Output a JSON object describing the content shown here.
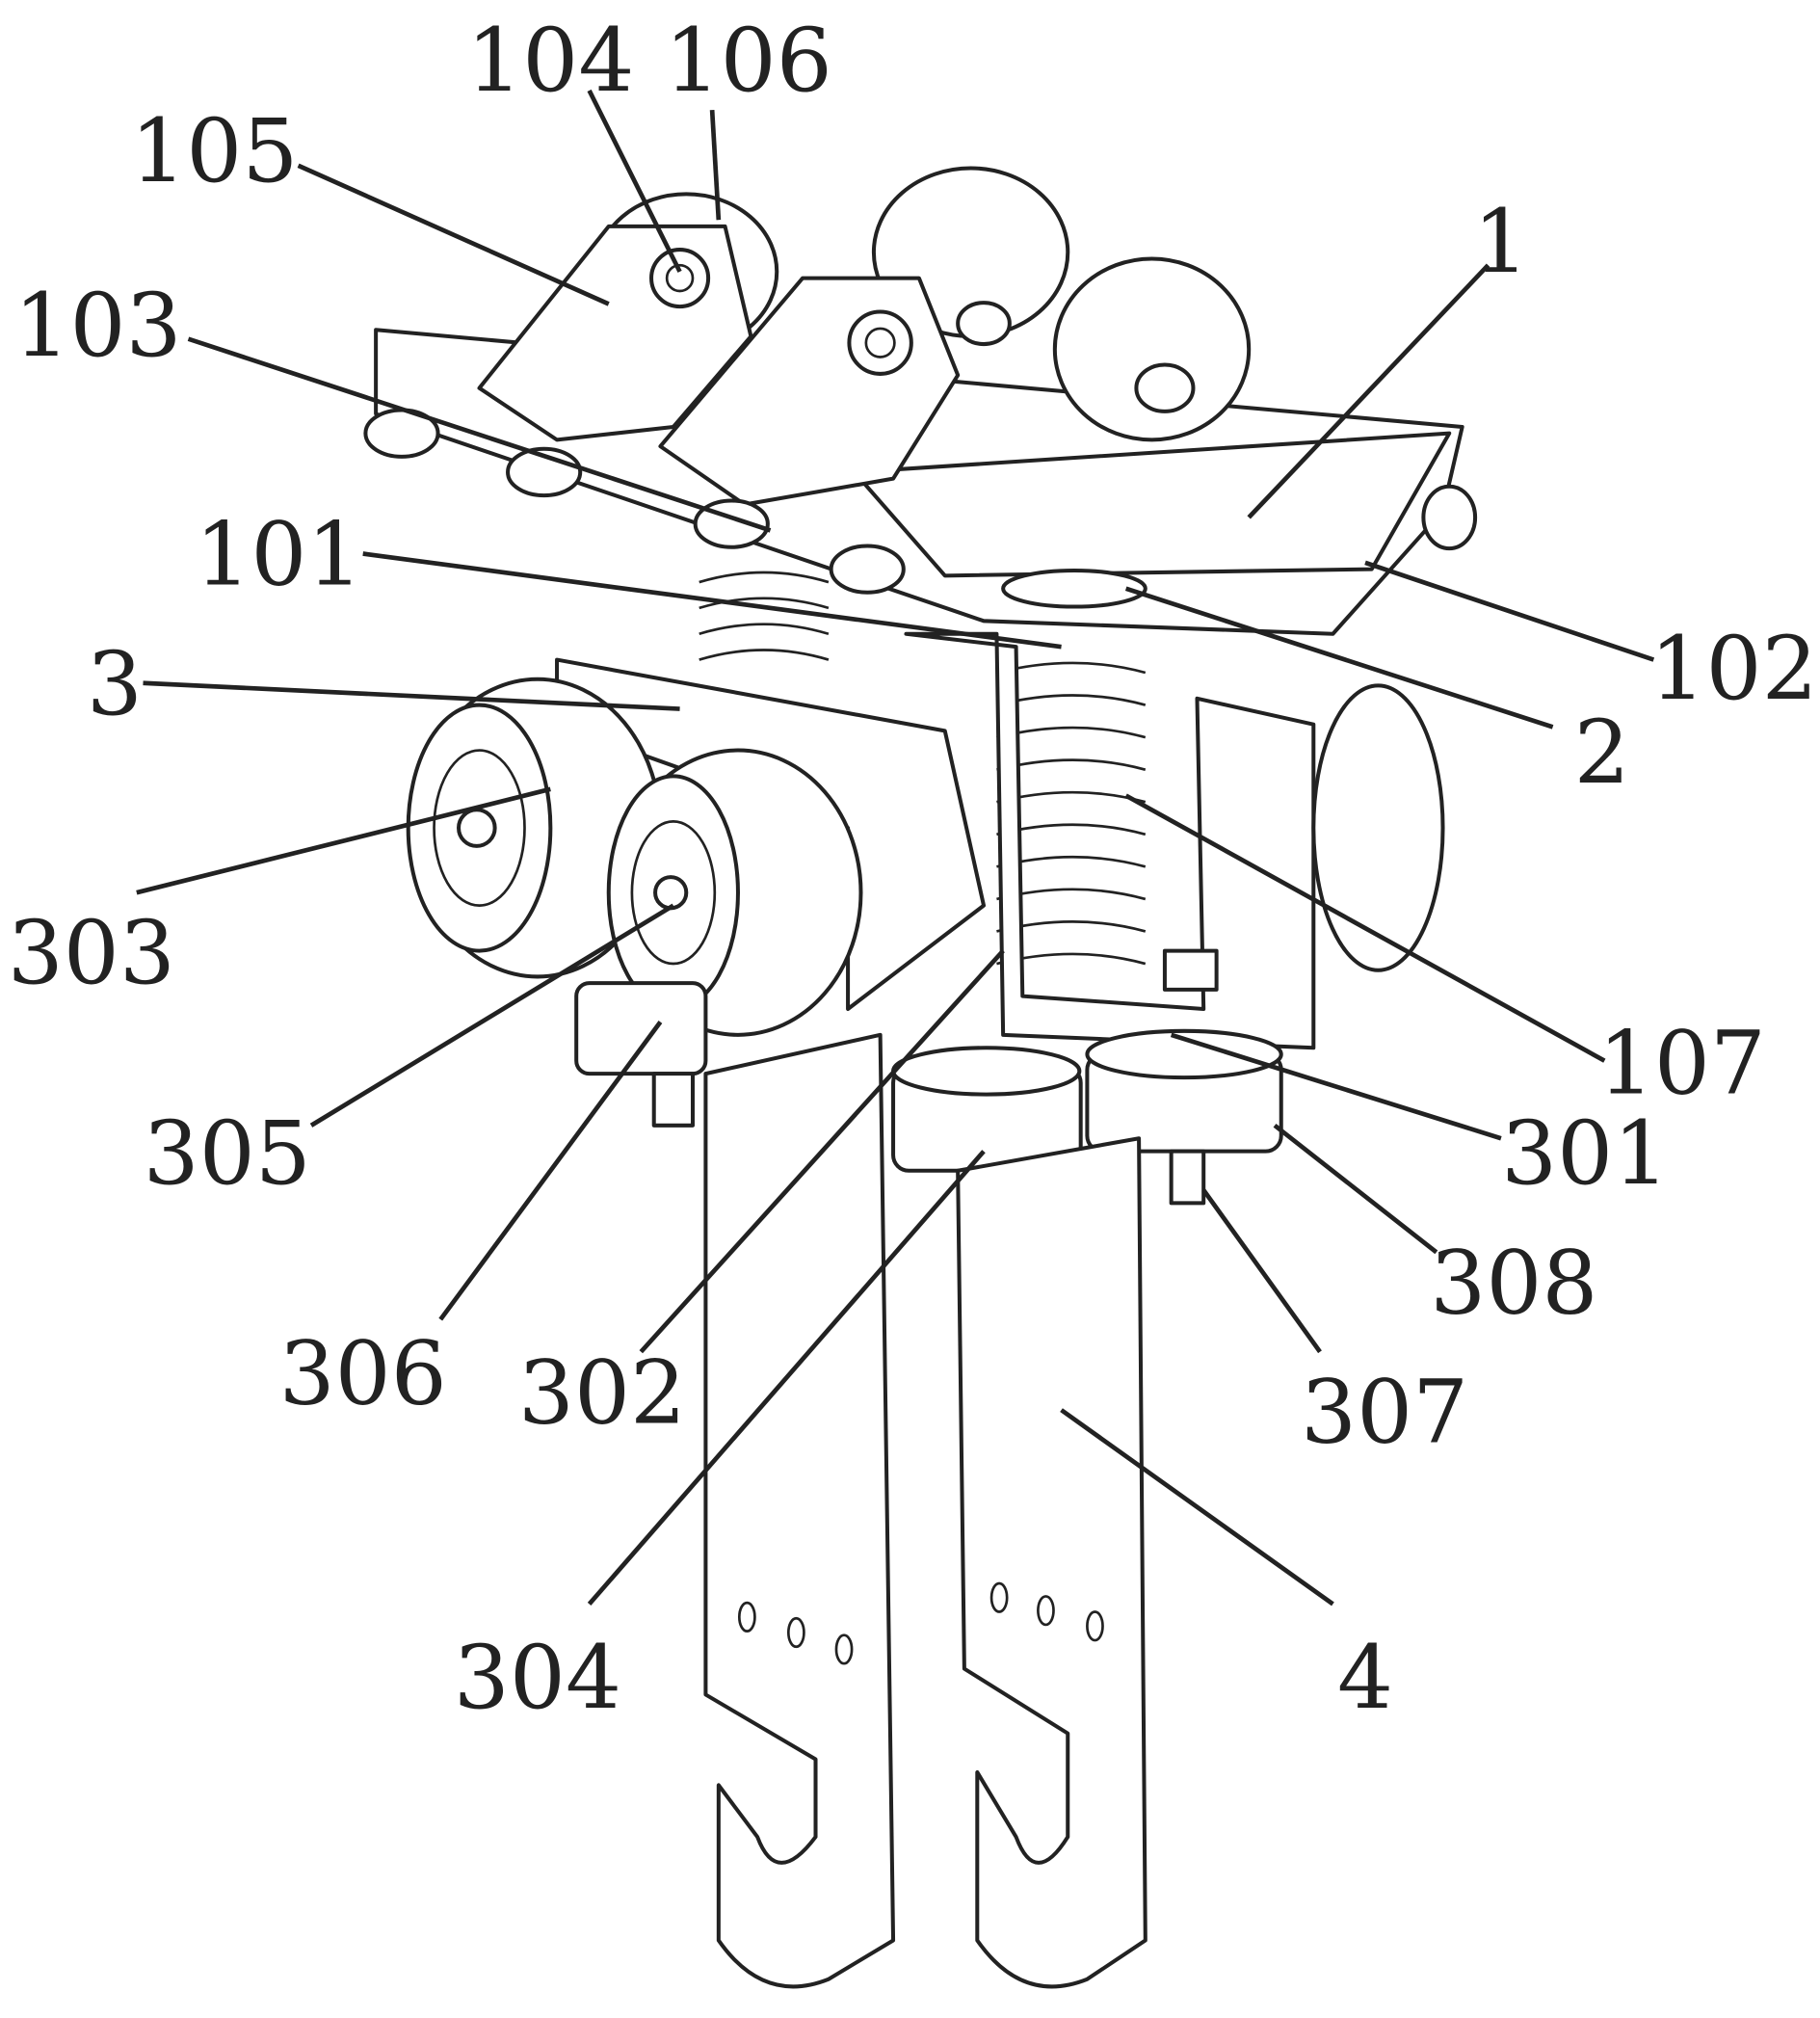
{
  "figure": {
    "labels": [
      {
        "id": "104",
        "text": "104"
      },
      {
        "id": "106",
        "text": "106"
      },
      {
        "id": "105",
        "text": "105"
      },
      {
        "id": "1",
        "text": "1"
      },
      {
        "id": "103",
        "text": "103"
      },
      {
        "id": "101",
        "text": "101"
      },
      {
        "id": "3",
        "text": "3"
      },
      {
        "id": "102",
        "text": "102"
      },
      {
        "id": "2",
        "text": "2"
      },
      {
        "id": "303",
        "text": "303"
      },
      {
        "id": "107",
        "text": "107"
      },
      {
        "id": "301",
        "text": "301"
      },
      {
        "id": "305",
        "text": "305"
      },
      {
        "id": "308",
        "text": "308"
      },
      {
        "id": "306",
        "text": "306"
      },
      {
        "id": "302",
        "text": "302"
      },
      {
        "id": "307",
        "text": "307"
      },
      {
        "id": "304",
        "text": "304"
      },
      {
        "id": "4",
        "text": "4"
      }
    ]
  }
}
